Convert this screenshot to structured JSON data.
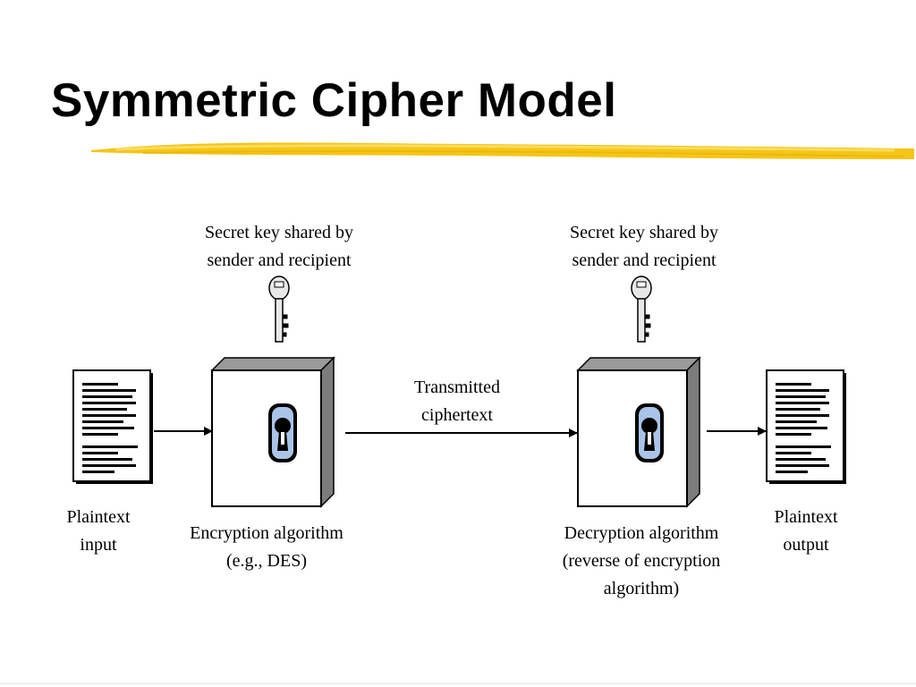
{
  "slide": {
    "title": "Symmetric Cipher Model",
    "highlight_color": "#f5c518"
  },
  "diagram": {
    "key_left": {
      "line1": "Secret key shared by",
      "line2": "sender and recipient",
      "icon": "key-icon"
    },
    "key_right": {
      "line1": "Secret key shared by",
      "line2": "sender and recipient",
      "icon": "key-icon"
    },
    "plaintext_input": {
      "line1": "Plaintext",
      "line2": "input",
      "icon": "document-icon"
    },
    "encryption": {
      "line1": "Encryption algorithm",
      "line2": "(e.g., DES)",
      "icon": "lock-icon"
    },
    "channel": {
      "line1": "Transmitted",
      "line2": "ciphertext"
    },
    "decryption": {
      "line1": "Decryption algorithm",
      "line2": "(reverse of encryption",
      "line3": "algorithm)",
      "icon": "lock-icon"
    },
    "plaintext_output": {
      "line1": "Plaintext",
      "line2": "output",
      "icon": "document-icon"
    },
    "lock_color": "#a9c4e6"
  }
}
